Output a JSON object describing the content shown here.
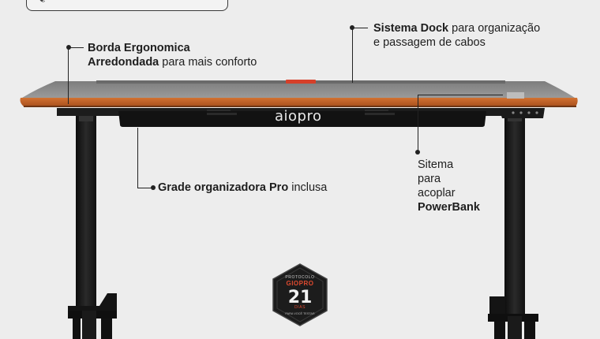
{
  "top_badge": {
    "text": ""
  },
  "annotations": {
    "edge": {
      "strong_1": "Borda Ergonomica",
      "strong_2": "Arredondada",
      "rest_2": " para mais conforto"
    },
    "dock": {
      "strong": "Sistema Dock",
      "rest_1": " para organização",
      "line_2": "e passagem de cabos"
    },
    "grid": {
      "strong": "Grade organizadora Pro",
      "rest": " inclusa"
    },
    "powerbank": {
      "line_1": "Sitema",
      "line_2": "para",
      "line_3": "acoplar",
      "strong": "PowerBank"
    }
  },
  "product": {
    "brand": "aiopro"
  },
  "seal": {
    "top": "PROTOCOLO",
    "brand": "GIOPRO",
    "number": "21",
    "unit": "DIAS",
    "bottom": "PARA VOCÊ TESTAR"
  },
  "colors": {
    "wood": "#c8662a",
    "desktop": "#8f8f8f",
    "frame": "#1a1a1a",
    "accent": "#d6402a",
    "background": "#ededed"
  },
  "icons": {
    "laurel": "laurel-icon"
  }
}
